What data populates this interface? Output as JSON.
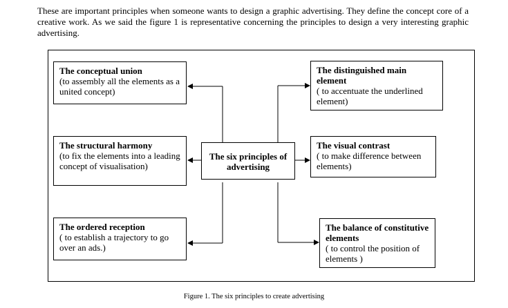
{
  "intro_text": "These are important principles when someone wants to design a graphic advertising. They define the concept core of a creative work. As we said the figure 1 is representative concerning the principles to design a very interesting graphic advertising.",
  "diagram": {
    "center": "The six principles of advertising",
    "left": [
      {
        "title": "The conceptual union",
        "desc": "(to assembly all the elements as a united concept)"
      },
      {
        "title": "The structural harmony",
        "desc": "(to fix the elements into a leading concept of visualisation)"
      },
      {
        "title": "The ordered reception",
        "desc": "( to establish a trajectory to go over an ads.)"
      }
    ],
    "right": [
      {
        "title": "The distinguished main element",
        "desc": "( to accentuate the underlined element)"
      },
      {
        "title": "The visual contrast",
        "desc": "( to make difference between elements)"
      },
      {
        "title": "The balance of constitutive elements",
        "desc": "( to control the position of elements )"
      }
    ]
  },
  "caption": "Figure 1. The six principles to create advertising"
}
